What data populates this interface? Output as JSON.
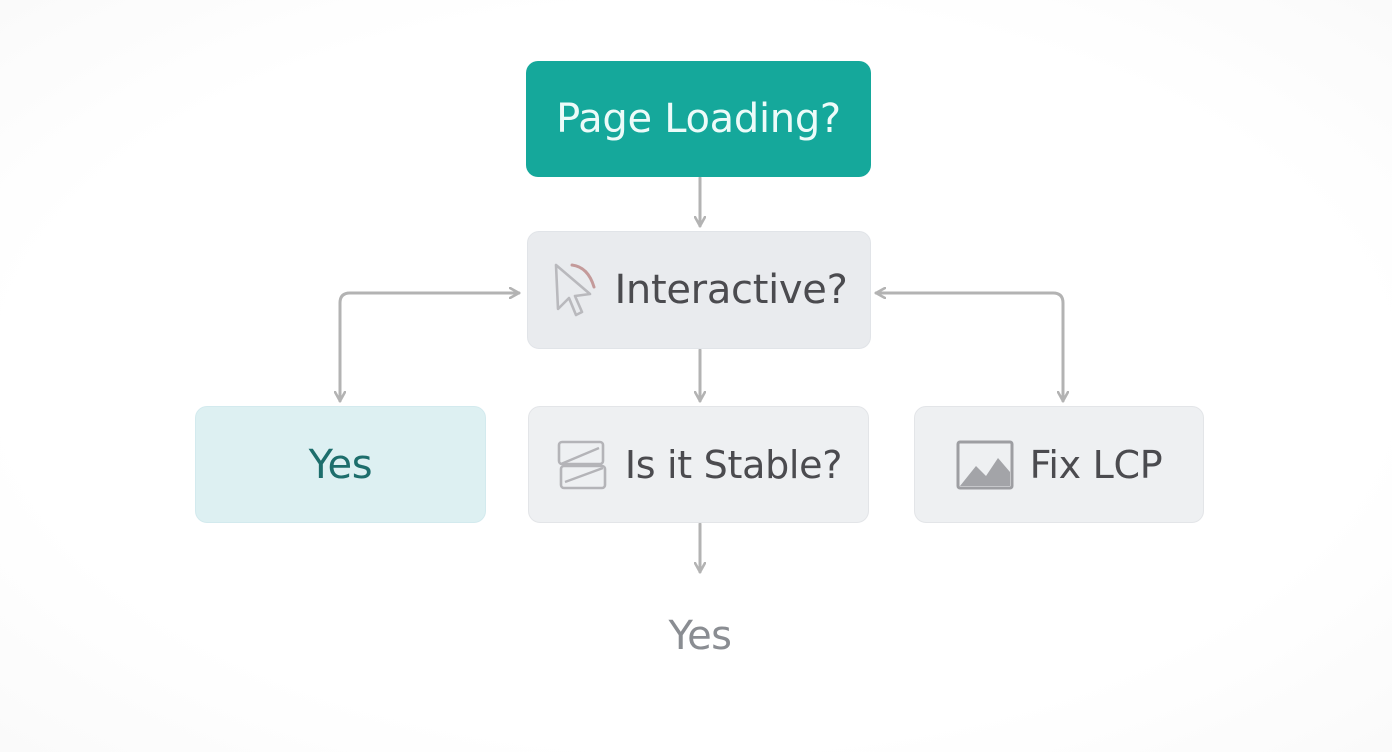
{
  "nodes": {
    "start": {
      "label": "Page Loading?"
    },
    "interactive": {
      "label": "Interactive?",
      "icon": "cursor-icon"
    },
    "yes_left": {
      "label": "Yes"
    },
    "stable": {
      "label": "Is it Stable?",
      "icon": "layout-shift-icon"
    },
    "fix_lcp": {
      "label": "Fix LCP",
      "icon": "image-icon"
    },
    "end": {
      "label": "Yes"
    }
  },
  "colors": {
    "start_fill": "#15a89b",
    "yes_fill": "#ddf0f2",
    "neutral_fill": "#e9ebee",
    "connector": "#b3b3b3"
  }
}
